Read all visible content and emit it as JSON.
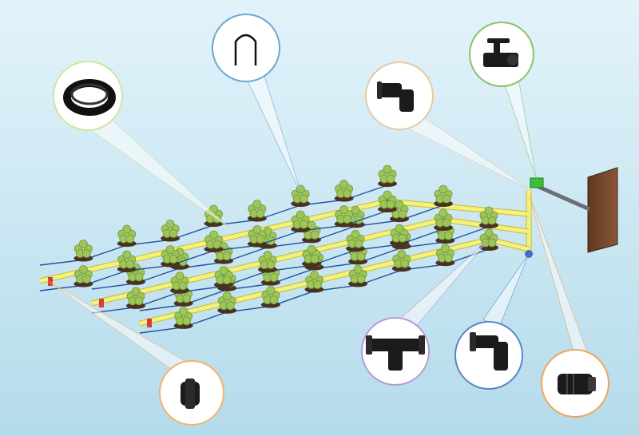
{
  "colors": {
    "sky_top": "#d8eef7",
    "sky_bottom": "#b7dcea",
    "pipe": "#f3f37a",
    "pipe_edge": "#c9b83a",
    "dripline": "#1f4fa0",
    "plant_leaf": "#9fc45a",
    "soil": "#4a3220",
    "wall": "#7a4a2a",
    "callout_fill": "#ffffff",
    "callout_black_tube": "#cfe69a",
    "callout_u_stake": "#6aa6d6",
    "callout_elbow_main": "#e8c9a0",
    "callout_valve": "#86c36a",
    "callout_tee": "#b89ad8",
    "callout_elbow": "#5b84c8",
    "callout_end_plug": "#f0a45a",
    "callout_offtake": "#f2b36a"
  },
  "callouts": [
    {
      "id": "black-tube-coil",
      "icon": "tube-coil-icon"
    },
    {
      "id": "u-stake",
      "icon": "u-stake-icon"
    },
    {
      "id": "elbow-main",
      "icon": "elbow-connector-icon"
    },
    {
      "id": "ball-valve",
      "icon": "valve-icon"
    },
    {
      "id": "tee-connector",
      "icon": "tee-connector-icon"
    },
    {
      "id": "elbow-connector",
      "icon": "elbow-connector-icon"
    },
    {
      "id": "end-plug",
      "icon": "end-plug-icon"
    },
    {
      "id": "offtake-connector",
      "icon": "offtake-connector-icon"
    }
  ]
}
